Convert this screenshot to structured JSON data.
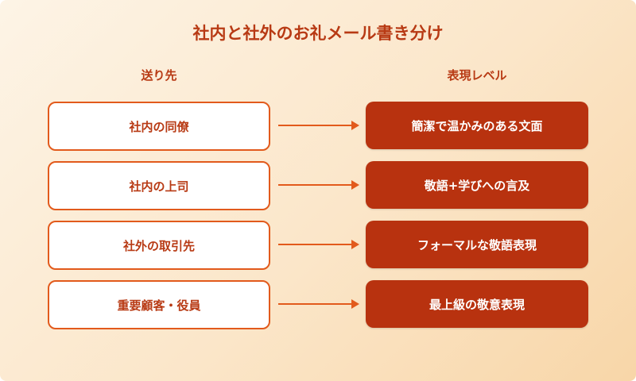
{
  "title": "社内と社外のお礼メール書き分け",
  "headers": {
    "left": "送り先",
    "right": "表現レベル"
  },
  "rows": [
    {
      "recipient": "社内の同僚",
      "level": "簡潔で温かみのある文面"
    },
    {
      "recipient": "社内の上司",
      "level": "敬語+学びへの言及"
    },
    {
      "recipient": "社外の取引先",
      "level": "フォーマルな敬語表現"
    },
    {
      "recipient": "重要顧客・役員",
      "level": "最上級の敬意表現"
    }
  ],
  "colors": {
    "accent": "#e25a1c",
    "dark": "#b8320f",
    "title": "#b83a14"
  }
}
